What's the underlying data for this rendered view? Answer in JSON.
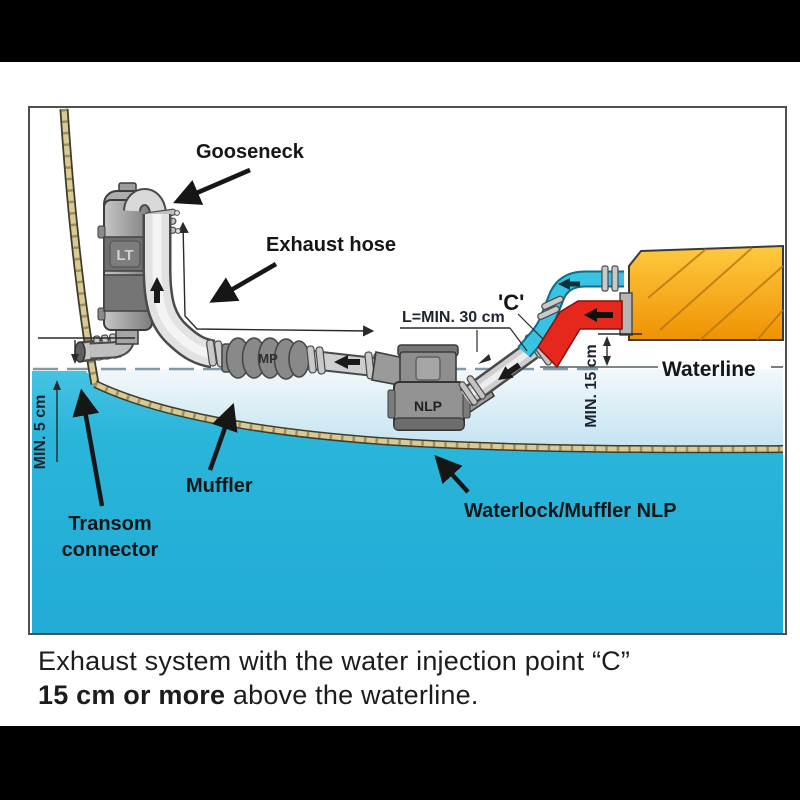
{
  "diagram": {
    "labels": {
      "gooseneck": "Gooseneck",
      "exhaust_hose": "Exhaust hose",
      "muffler": "Muffler",
      "transom_line1": "Transom",
      "transom_line2": "connector",
      "waterlock": "Waterlock/Muffler NLP",
      "waterline": "Waterline"
    },
    "dimensions": {
      "hose_length_min": "L=MIN. 30 cm",
      "injection_height_min": "MIN. 15 cm",
      "outlet_depth_min": "MIN. 5 cm",
      "injection_point": "'C'"
    },
    "components": {
      "gooseneck_tag": "LT",
      "muffler_tag": "MP",
      "waterlock_tag": "NLP"
    },
    "colors": {
      "sea": "#2ab5da",
      "hull": "#d9c992",
      "engine": "#f6a011",
      "hot_exhaust": "#e6281c",
      "injection_water": "#39c3e3"
    }
  },
  "caption": {
    "line1": "Exhaust system with the water injection point “C”",
    "line2_bold": "15 cm or more",
    "line2_rest": " above the waterline."
  }
}
